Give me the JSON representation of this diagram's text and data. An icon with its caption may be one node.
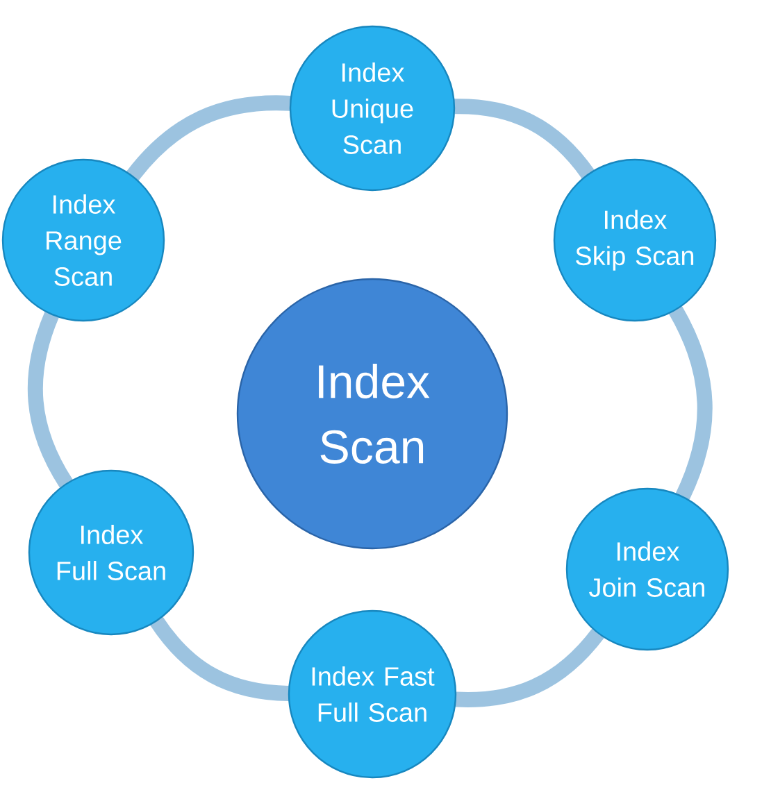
{
  "diagram": {
    "nodes": [
      {
        "text": [
          "Index Scan"
        ]
      },
      {
        "text": [
          "Index Unique Scan"
        ]
      },
      {
        "text": [
          "Index Skip Scan"
        ]
      },
      {
        "text": [
          "Index Join Scan"
        ]
      },
      {
        "text": [
          "Index Fast Full Scan"
        ]
      },
      {
        "text": [
          "Index Full Scan"
        ]
      },
      {
        "text": [
          "Index Range Scan"
        ]
      }
    ],
    "edges": [
      {
        "from": 1,
        "to": 2,
        "arrow": "none"
      },
      {
        "from": 2,
        "to": 3,
        "arrow": "none"
      },
      {
        "from": 3,
        "to": 4,
        "arrow": "none"
      },
      {
        "from": 4,
        "to": 5,
        "arrow": "none"
      },
      {
        "from": 5,
        "to": 6,
        "arrow": "none"
      },
      {
        "from": 6,
        "to": 1,
        "arrow": "none"
      }
    ]
  }
}
